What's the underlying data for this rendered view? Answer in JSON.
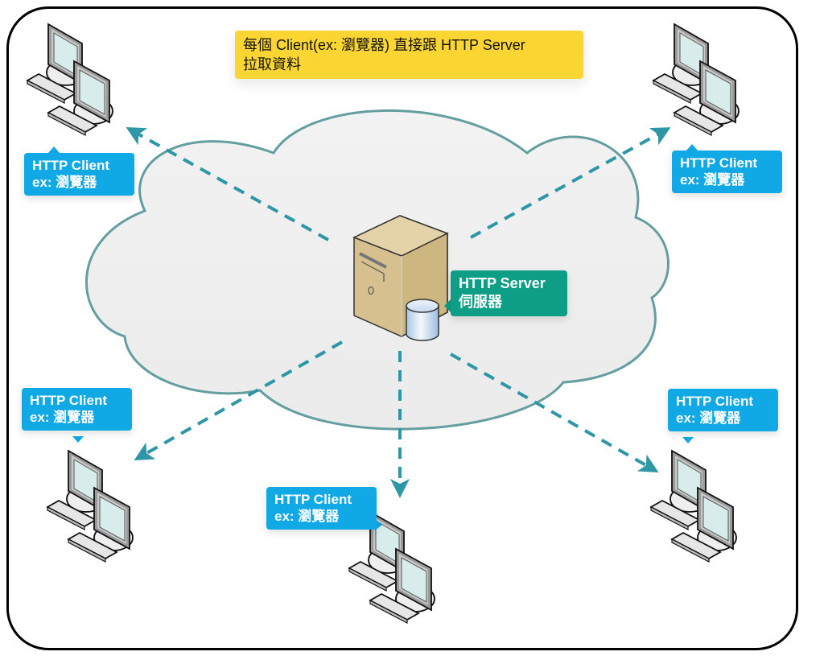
{
  "note": {
    "line1": "每個 Client(ex: 瀏覽器) 直接跟 HTTP Server",
    "line2": "拉取資料"
  },
  "server": {
    "label_line1": "HTTP Server",
    "label_line2": "伺服器",
    "icon": "server-tower-icon",
    "db_icon": "database-icon"
  },
  "clients": [
    {
      "id": "top-left",
      "label_line1": "HTTP Client",
      "label_line2": "ex: 瀏覽器",
      "icon": "workstation-icon"
    },
    {
      "id": "top-right",
      "label_line1": "HTTP Client",
      "label_line2": "ex: 瀏覽器",
      "icon": "workstation-icon"
    },
    {
      "id": "bottom-left",
      "label_line1": "HTTP Client",
      "label_line2": "ex: 瀏覽器",
      "icon": "workstation-icon"
    },
    {
      "id": "bottom-center",
      "label_line1": "HTTP Client",
      "label_line2": "ex: 瀏覽器",
      "icon": "workstation-icon"
    },
    {
      "id": "bottom-right",
      "label_line1": "HTTP Client",
      "label_line2": "ex: 瀏覽器",
      "icon": "workstation-icon"
    }
  ],
  "colors": {
    "client_label": "#11a8e6",
    "server_label": "#0e9e86",
    "note": "#fbd632",
    "arrow": "#2d97a8",
    "cloud_stroke": "#649ea0",
    "cloud_fill": "#eeeeee"
  },
  "connection_style": "dashed-arrow",
  "cloud": "network-cloud"
}
